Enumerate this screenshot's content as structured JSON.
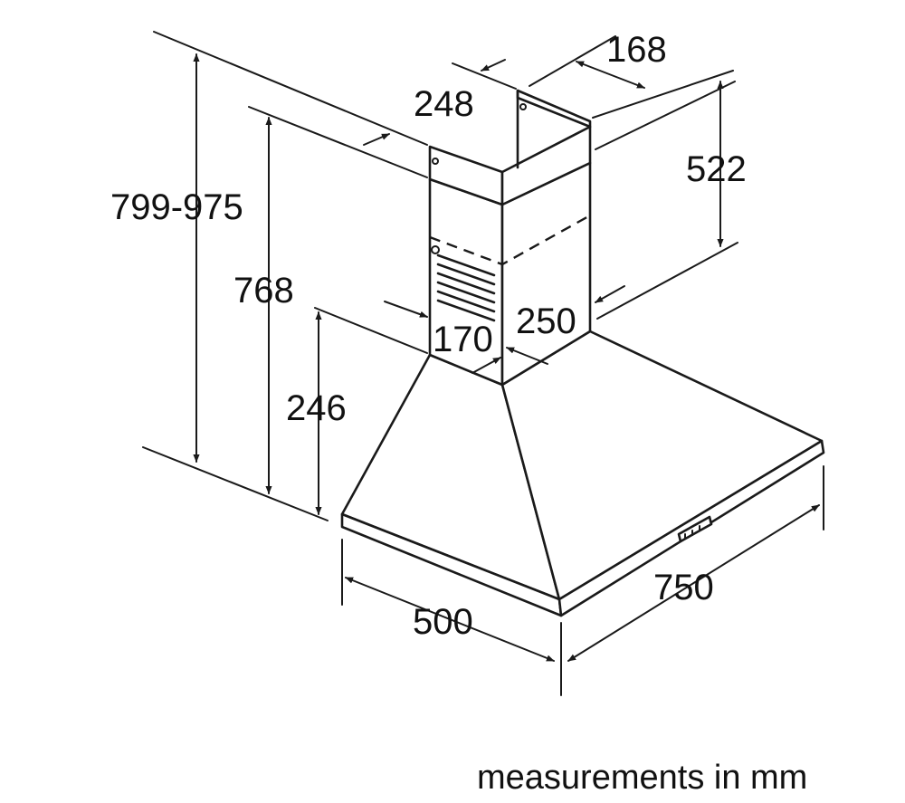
{
  "dimensions": {
    "height_range": "799-975",
    "height_768": "768",
    "height_246": "246",
    "chimney_depth_248": "248",
    "chimney_width_168": "168",
    "chimney_height_522": "522",
    "inner_width_170": "170",
    "inner_depth_250": "250",
    "hood_depth_500": "500",
    "hood_width_750": "750"
  },
  "footer": {
    "units_note": "measurements in mm"
  }
}
